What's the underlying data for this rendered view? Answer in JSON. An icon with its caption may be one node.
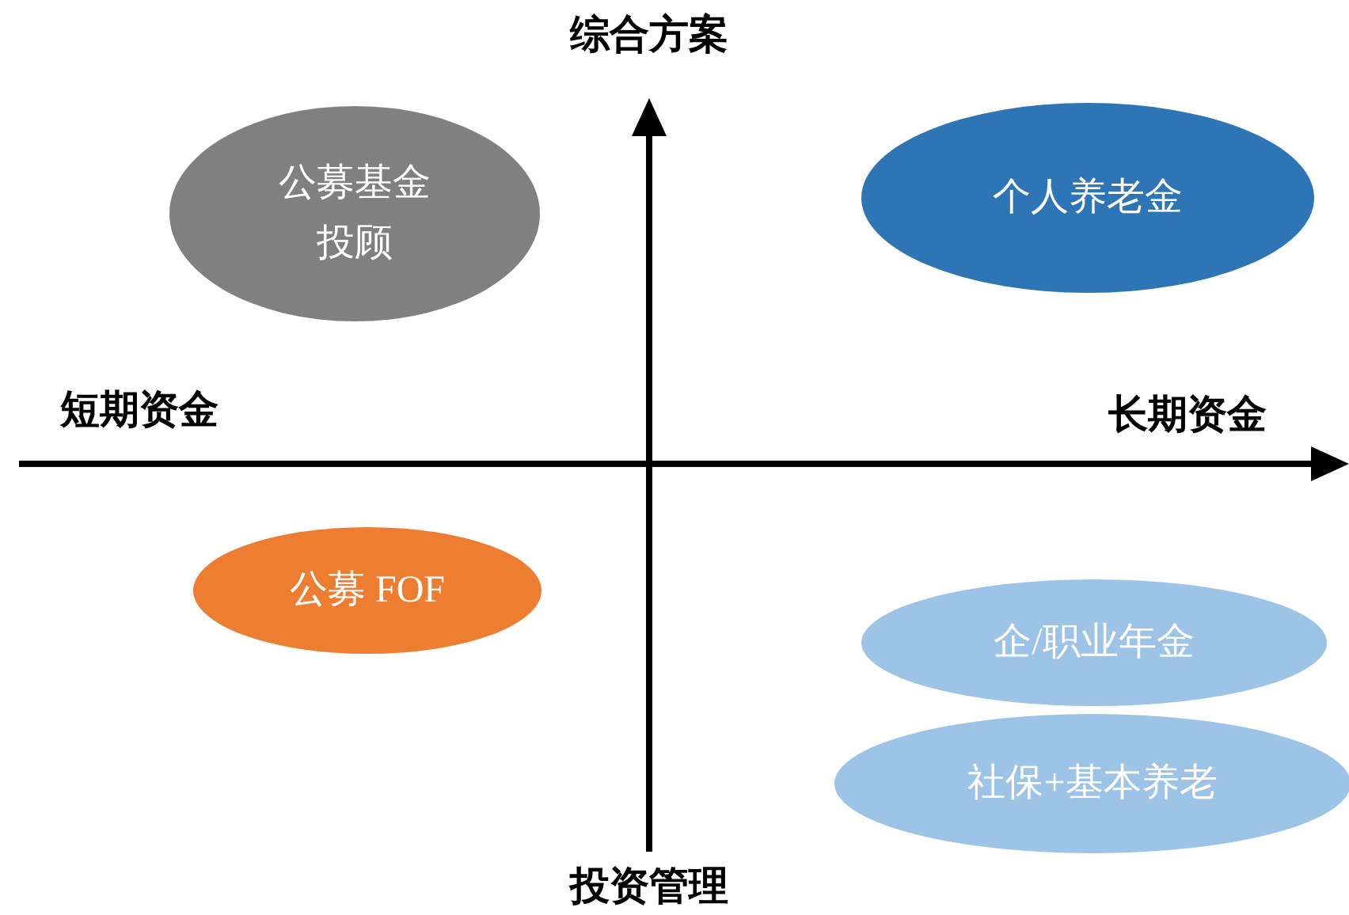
{
  "diagram": {
    "nodes": [
      {
        "text": [
          "公募基金投顾"
        ]
      },
      {
        "text": [
          "个人养老金"
        ]
      },
      {
        "text": [
          "公募 FOF"
        ]
      },
      {
        "text": [
          "企/职业年金"
        ]
      },
      {
        "text": [
          "社保+基本养老"
        ]
      }
    ],
    "labels": [
      "综合方案",
      "短期资金",
      "长期资金",
      "投资管理"
    ]
  }
}
